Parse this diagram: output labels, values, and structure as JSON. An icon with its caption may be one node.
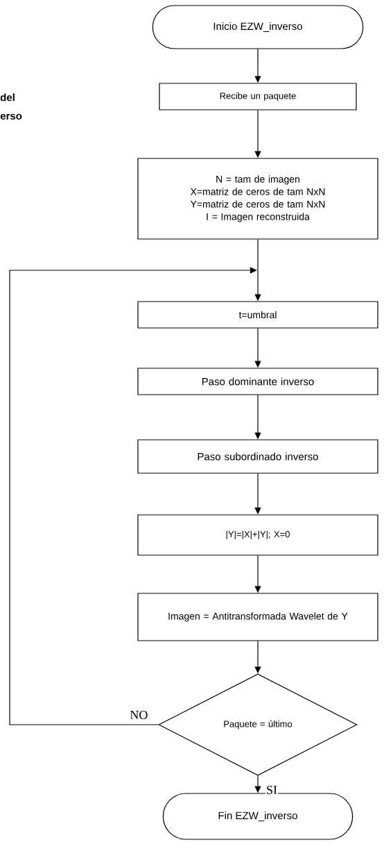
{
  "diagram": {
    "nodes": [
      {
        "text": [
          "Inicio EZW_inverso"
        ]
      },
      {
        "text": [
          "Recibe un paquete"
        ]
      },
      {
        "text": [
          "N = tam de imagen",
          "X=matriz de ceros de tam NxN",
          "Y=matriz de ceros de tam NxN",
          "I = Imagen reconstruida"
        ]
      },
      {
        "text": [
          "t=umbral"
        ]
      },
      {
        "text": [
          "Paso dominante  inverso"
        ]
      },
      {
        "text": [
          "Paso subordinado  inverso"
        ]
      },
      {
        "text": [
          "|Y|=|X|+|Y|; X=0"
        ]
      },
      {
        "text": [
          "Imagen = Antitransformada Wavelet de Y"
        ]
      },
      {
        "text": [
          "Paquete = último"
        ]
      },
      {
        "text": [
          "Fin EZW_inverso"
        ]
      }
    ],
    "edges": [
      {
        "from": 0,
        "to": 1,
        "arrow": "to"
      },
      {
        "from": 1,
        "to": 2,
        "arrow": "to"
      },
      {
        "from": 2,
        "to": 3,
        "arrow": "to"
      },
      {
        "from": 3,
        "to": 4,
        "arrow": "to"
      },
      {
        "from": 4,
        "to": 5,
        "arrow": "to"
      },
      {
        "from": 5,
        "to": 6,
        "arrow": "to"
      },
      {
        "from": 6,
        "to": 7,
        "arrow": "to"
      },
      {
        "from": 7,
        "to": 8,
        "arrow": "to"
      },
      {
        "from": 8,
        "to": 3,
        "arrow": "to",
        "label": "NO"
      },
      {
        "from": 8,
        "to": 9,
        "arrow": "to",
        "label": "SI"
      }
    ],
    "labels": [
      "del",
      "erso"
    ]
  }
}
